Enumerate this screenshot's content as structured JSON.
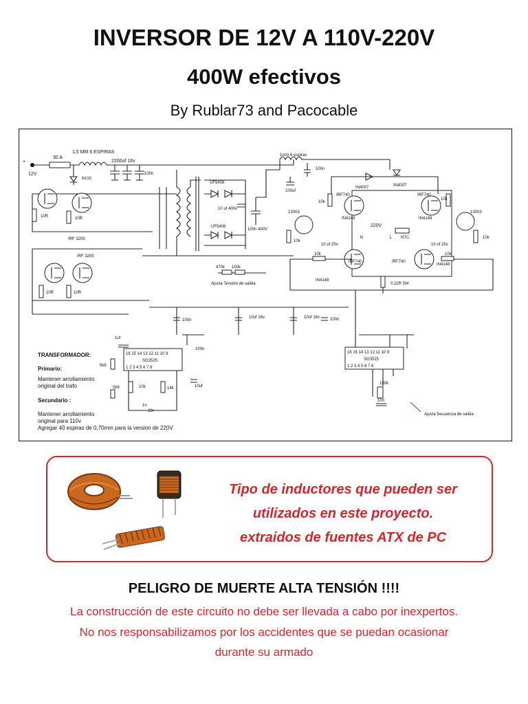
{
  "header": {
    "title": "INVERSOR DE 12V A 110V-220V",
    "subtitle": "400W efectivos",
    "authors": "By Rublar73 and Pacocable"
  },
  "schematic": {
    "labels": {
      "v12": "12V",
      "plus": "+",
      "fuse": "30 A",
      "inductor1": "1,5 MM 6 ESPIRAS",
      "cap_input": "2200uf 16v",
      "c100n_a": "100n",
      "diode_6a10": "6A10",
      "r10r_1": "10R",
      "r10r_2": "10R",
      "irf3205_top": "IRF 3205",
      "irf3205_bot": "IRF 3205",
      "r10r_3": "10R",
      "r10r_4": "10R",
      "uf5408_a": "UF5408",
      "uf5408_b": "UF5408",
      "cap_10uf_400v": "10 uf 400v",
      "cap_100n_400v": "100n 400V",
      "inductor2": "1mm 6 espiras",
      "c100n_b": "100n",
      "cap_100uf": "100uf",
      "in4007_a": "IN4007",
      "in4007_b": "IN4007",
      "irf740_a": "IRF740",
      "irf740_b": "IRF740",
      "irf740_c": "IRF740",
      "irf740_d": "IRF740",
      "r10k_a": "10k",
      "r10k_b": "10k",
      "r10k_c": "10k",
      "r10k_d": "10k",
      "r10k_e": "10k",
      "r10k_f": "10k",
      "in4148_a": "IN4148",
      "in4148_b": "IN4148",
      "in4148_c": "IN4148",
      "in4148_d": "IN4148",
      "q13003_a": "13003",
      "q13003_b": "13003",
      "v220": "220V",
      "n": "N",
      "l": "L",
      "ntc": "NTC",
      "cap_10uf_25v_a": "10 uf 25v",
      "cap_10uf_25v_b": "10 uf 25v",
      "r470k": "470k",
      "r100k": "100k",
      "ajusta_tension": "Ajusta Tensión de salida",
      "r022": "0.22R 5W",
      "c100n_c": "100n",
      "cap_10uf_16v_a": "10uf 16v",
      "cap_10uf_16v_b": "10uf 16v",
      "c100n_d": "100n",
      "c1uf": "1uf",
      "c100n_e": "100n",
      "ic1": "SG3525",
      "ic1_pins_top": "16 15 14 13 12 11 10 9",
      "ic1_pins_bot": "1 2 3 4 5 6 7 8",
      "ic2": "SG3525",
      "ic2_pins_top": "16 15 14 13 12 11 10 9",
      "ic2_pins_bot": "1 2 3 4 5 6 7 8",
      "r5k6_a": "5k6",
      "r5k6_b": "5k6",
      "r10k_ic": "10k",
      "r14k": "14k",
      "c10uf_ic": "10uf",
      "c1n": "1n",
      "r39r": "39r",
      "r150k": "150k",
      "c10n": "10n",
      "ajusta_frecuencia": "Ajusta frecuencia de salida"
    },
    "notes": {
      "transformador": "TRANSFORMADOR:",
      "primario": "Primario:",
      "primario_1": "Mantener arrollamiento",
      "primario_2": "original del trafo",
      "secundario": "Secundario :",
      "secundario_1": "Mantener arrollamiento",
      "secundario_2": "original para 110v",
      "secundario_3": "Agregar 40 espiras de 0,70mm para la version de 220V"
    }
  },
  "inductor_card": {
    "line1": "Tipo de inductores que pueden ser",
    "line2": "utilizados en este proyecto.",
    "line3": "extraidos de fuentes ATX de PC"
  },
  "warning": {
    "title": "PELIGRO DE MUERTE ALTA TENSIÓN !!!!",
    "line1": "La construcción de este circuito no debe ser llevada a cabo por inexpertos.",
    "line2": "No nos responsabilizamos por los accidentes que se puedan ocasionar",
    "line3": "durante su armado"
  },
  "colors": {
    "accent": "#d9252a",
    "copper": "#c8691f",
    "dark_copper": "#7a3510"
  }
}
